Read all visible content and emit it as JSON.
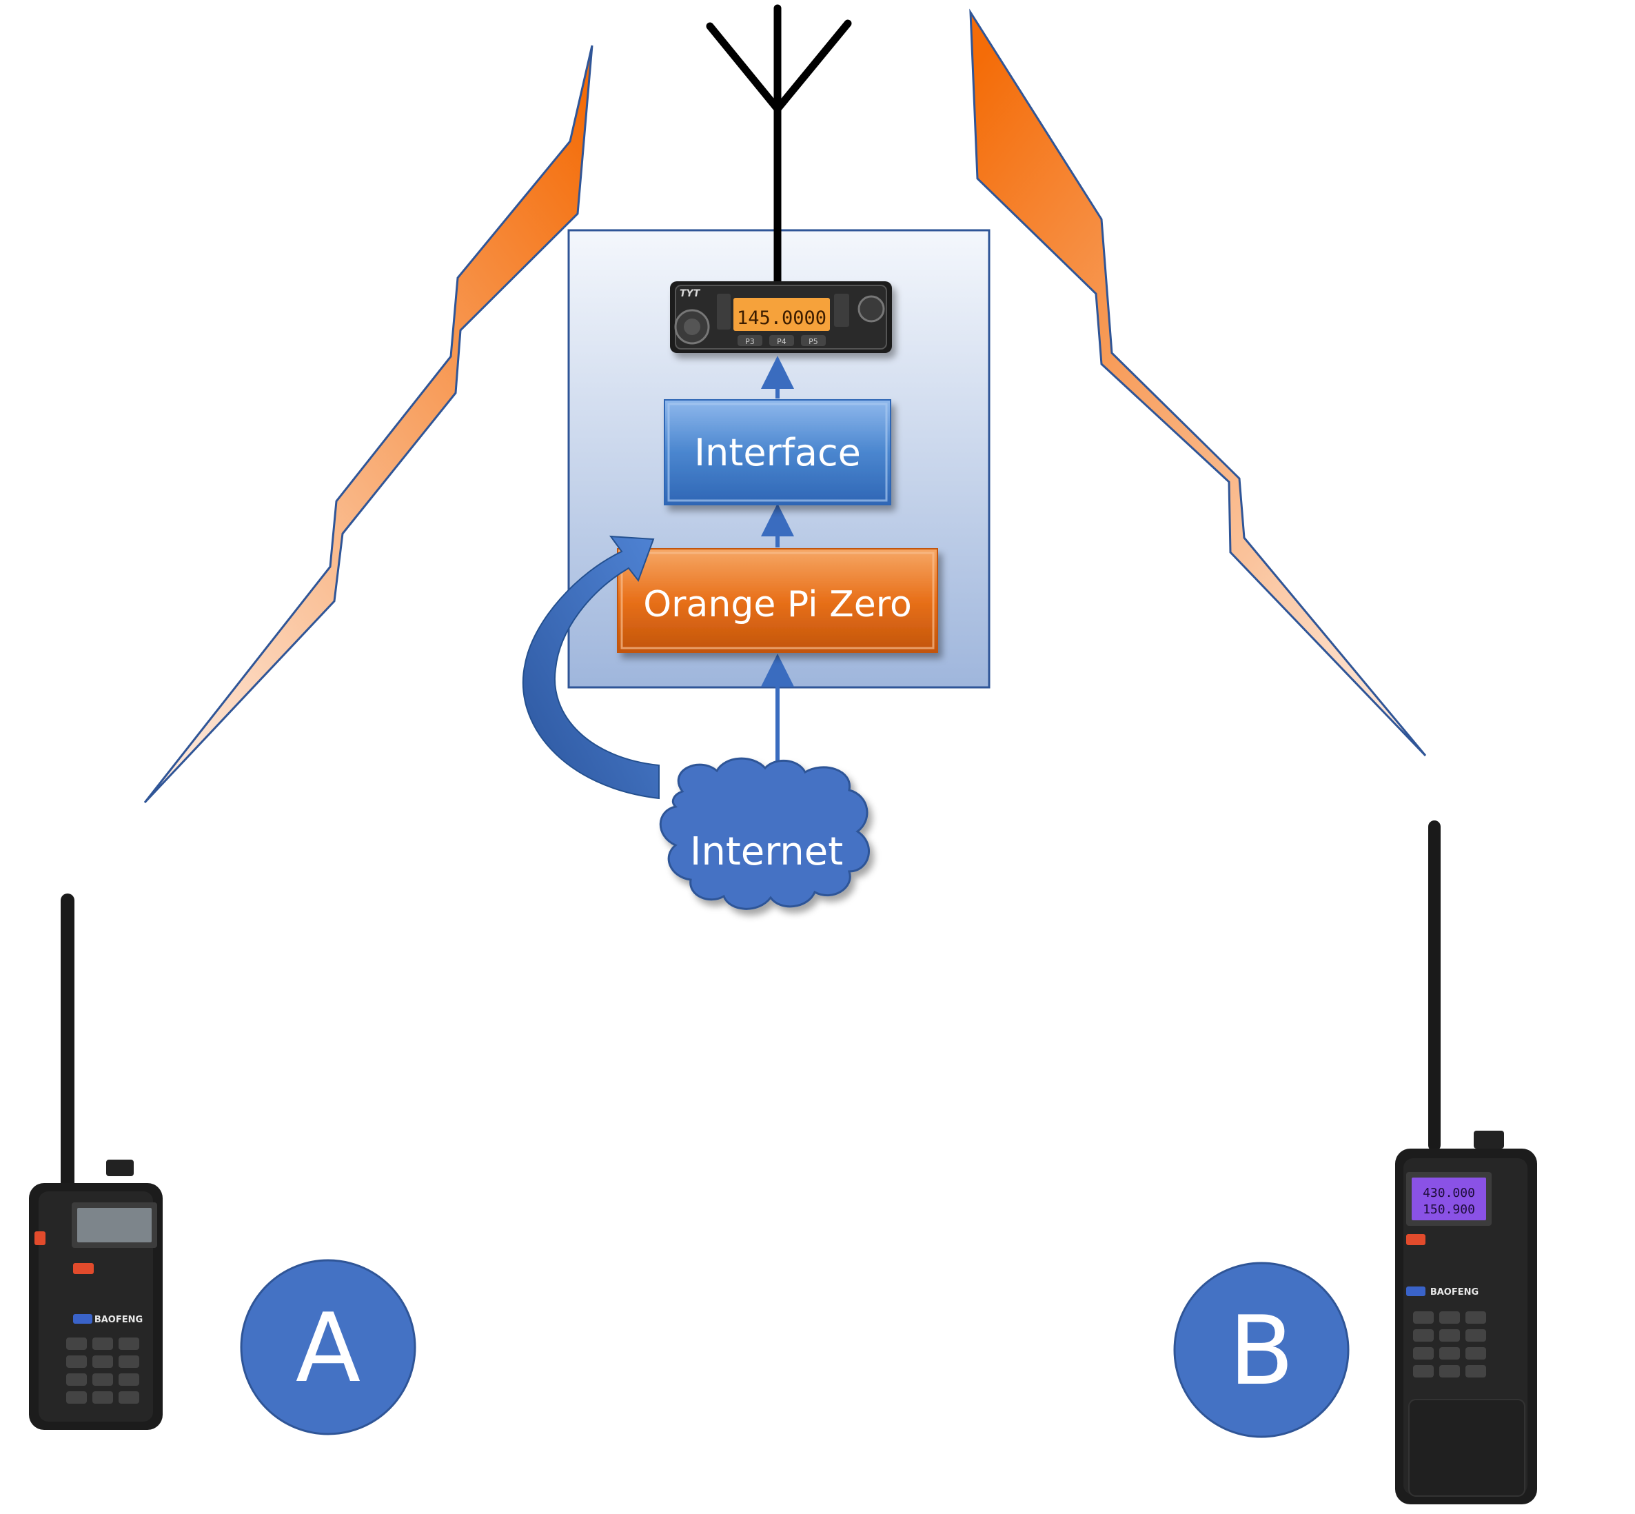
{
  "diagram": {
    "nodes": {
      "mobile_radio": {
        "brand": "TYT",
        "display": "145.0000",
        "keys": [
          "P3",
          "P4",
          "P5"
        ]
      },
      "interface": {
        "label": "Interface"
      },
      "computer": {
        "label": "Orange Pi Zero"
      },
      "internet": {
        "label": "Internet"
      },
      "station_a": {
        "label": "A",
        "brand": "BAOFENG"
      },
      "station_b": {
        "label": "B",
        "brand": "BAOFENG",
        "display_line1": "430.000",
        "display_line2": "150.900"
      }
    },
    "colors": {
      "box_border": "#2f5597",
      "interface_fill": "#4a86cf",
      "computer_fill": "#e8701a",
      "node_blue": "#4472c4",
      "lightning_orange": "#f47314",
      "arrow_blue": "#3a6cbf"
    }
  }
}
